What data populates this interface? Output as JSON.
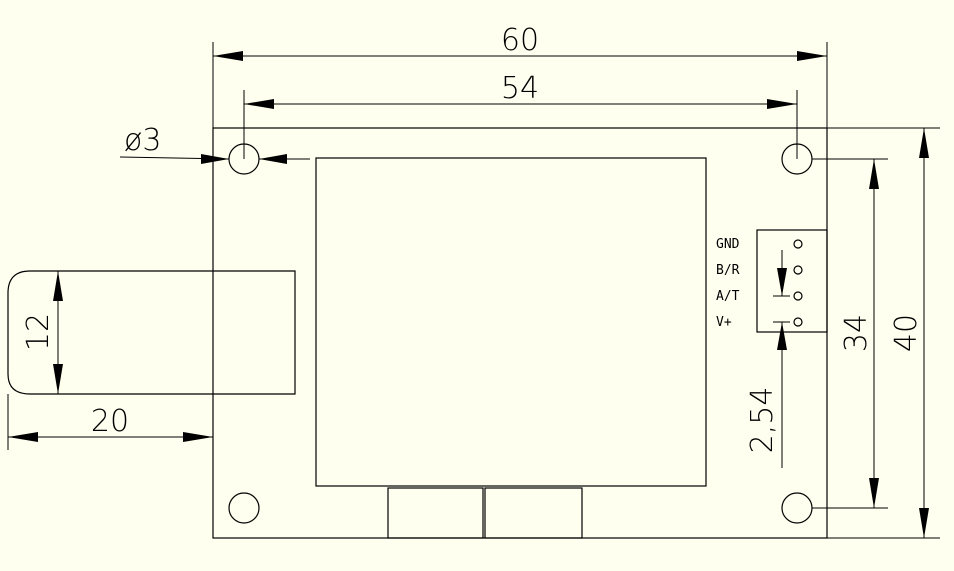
{
  "colors": {
    "background": "#fffff0",
    "line": "#000000"
  },
  "dimensions": {
    "board_width": "60",
    "hole_span_x": "54",
    "hole_diameter": "ø3",
    "connector_height": "12",
    "connector_overhang": "20",
    "hole_span_y": "34",
    "board_height": "40",
    "pin_pitch": "2,54"
  },
  "pins": [
    "GND",
    "B/R",
    "A/T",
    "V+"
  ]
}
